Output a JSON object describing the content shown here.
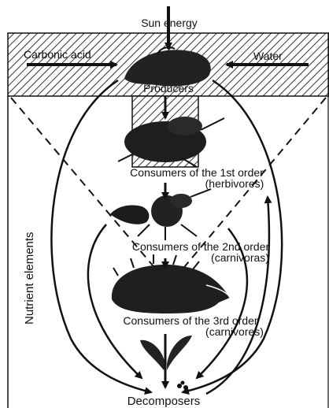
{
  "labels": {
    "sun_energy": "Sun energy",
    "carbonic_acid": "Carbonic acid",
    "water": "Water",
    "producers": "Producers",
    "consumers_1": "Consumers of the 1st order",
    "consumers_1_sub": "(herbivores)",
    "consumers_2": "Consumers of the 2nd order",
    "consumers_2_sub": "(carnivoras)",
    "consumers_3": "Consumers of the 3rd order",
    "consumers_3_sub": "(carnivores)",
    "decomposers": "Decomposers",
    "nutrient_elements": "Nutrient elements"
  },
  "illustrations": [
    "plant-producer",
    "insects-herbivores",
    "beetle-carnivore",
    "hedgehog-carnivore",
    "seedling-decomposer"
  ],
  "colors": {
    "ink": "#111111",
    "hatch": "#333333",
    "background": "#ffffff"
  }
}
